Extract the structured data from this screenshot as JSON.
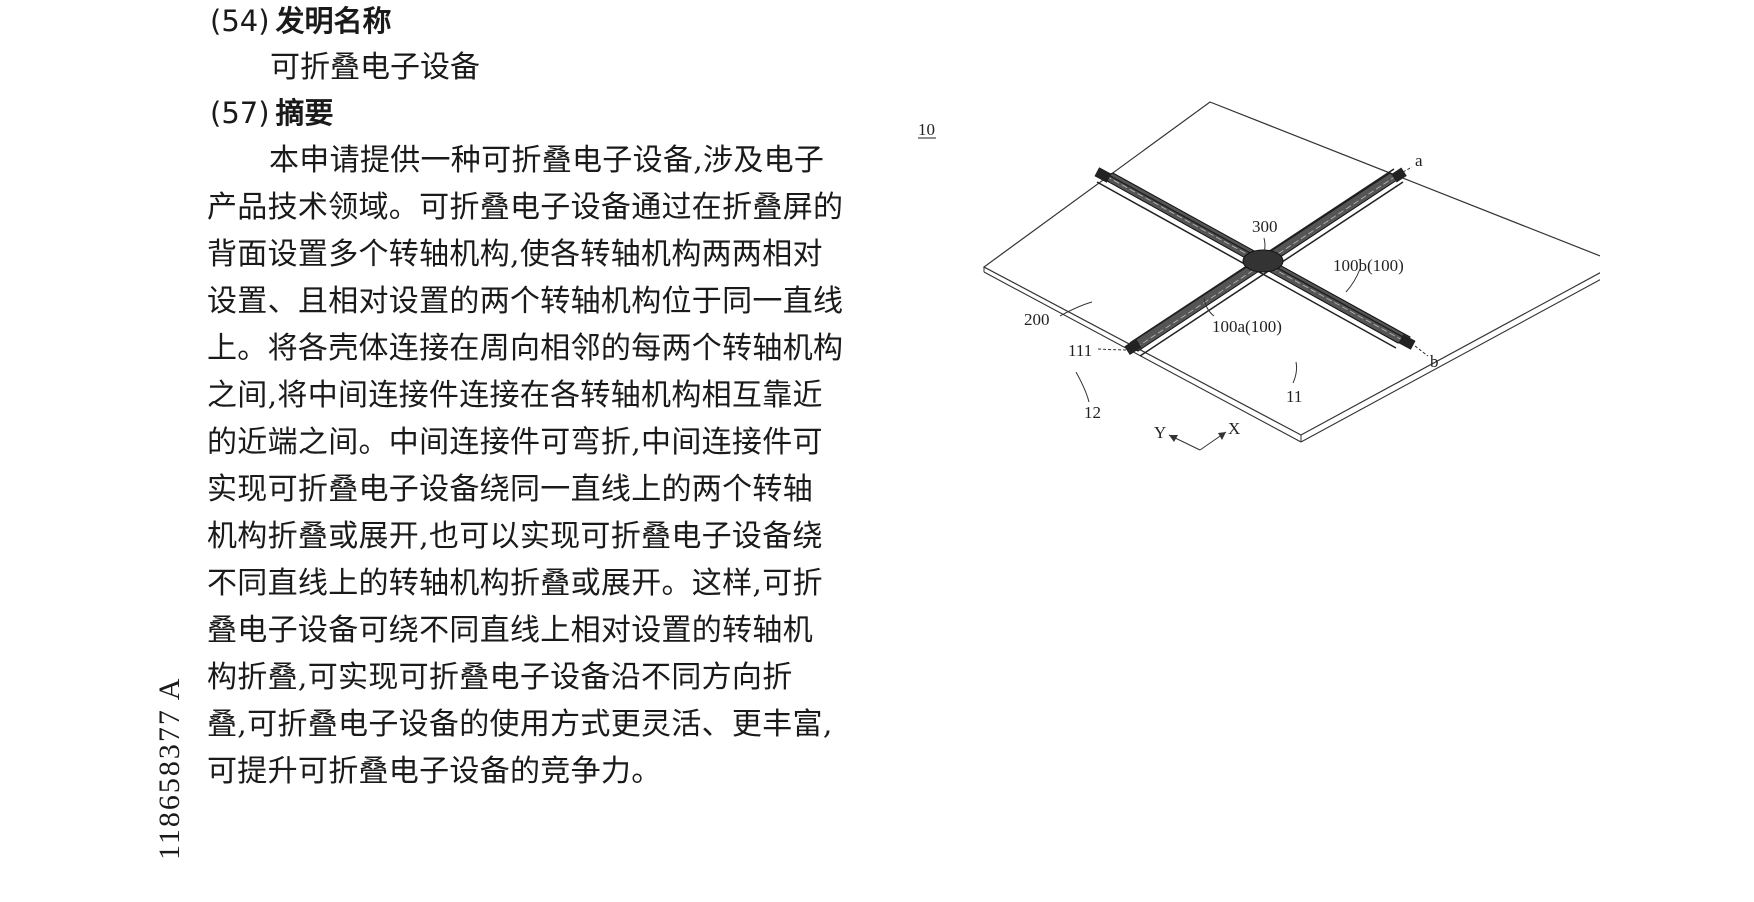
{
  "publication_number": "118658377 A",
  "sections": {
    "title_section": {
      "code": "(54)",
      "heading": "发明名称",
      "value": "可折叠电子设备"
    },
    "abstract_section": {
      "code": "(57)",
      "heading": "摘要"
    }
  },
  "abstract_lines": [
    "本申请提供一种可折叠电子设备,涉及电子",
    "产品技术领域。可折叠电子设备通过在折叠屏的",
    "背面设置多个转轴机构,使各转轴机构两两相对",
    "设置、且相对设置的两个转轴机构位于同一直线",
    "上。将各壳体连接在周向相邻的每两个转轴机构",
    "之间,将中间连接件连接在各转轴机构相互靠近",
    "的近端之间。中间连接件可弯折,中间连接件可",
    "实现可折叠电子设备绕同一直线上的两个转轴",
    "机构折叠或展开,也可以实现可折叠电子设备绕",
    "不同直线上的转轴机构折叠或展开。这样,可折",
    "叠电子设备可绕不同直线上相对设置的转轴机",
    "构折叠,可实现可折叠电子设备沿不同方向折",
    "叠,可折叠电子设备的使用方式更灵活、更丰富,",
    "可提升可折叠电子设备的竞争力。"
  ],
  "figure": {
    "labels": {
      "device": "10",
      "a": "a",
      "b": "b",
      "connector": "300",
      "hinge_b": "100b(100)",
      "hinge_a": "100a(100)",
      "screen": "200",
      "housing_111": "111",
      "housing_11": "11",
      "housing_12": "12",
      "axis_x": "X",
      "axis_y": "Y"
    }
  }
}
